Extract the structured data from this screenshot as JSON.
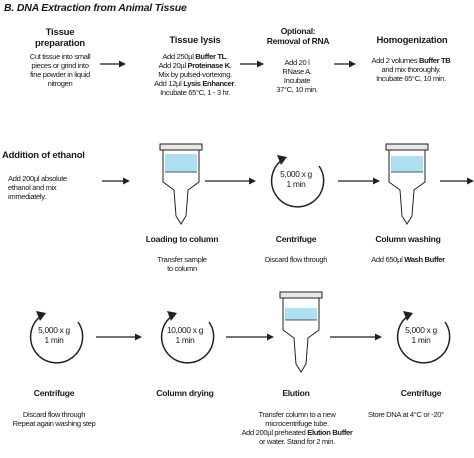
{
  "title": "B. DNA Extraction from Animal Tissue",
  "steps": {
    "tissue_prep": {
      "heading_line1": "Tissue",
      "heading_line2": "preparation",
      "lines": [
        "Cut tissue into small",
        "pieces or grind into",
        "fine powder in liquid",
        "nitrogen"
      ]
    },
    "tissue_lysis": {
      "heading": "Tissue lysis",
      "line1_pre": "Add 250µl ",
      "line1_bold": "Buffer TL",
      "line2_pre": "Add 20µl ",
      "line2_bold": "Proteinase K",
      "line3": "Mix by pulsed-vortexing.",
      "line4_pre": "Add 12µl ",
      "line4_bold": "Lysis Enhancer",
      "line5": "Incubate 65°C, 1 - 3 hr."
    },
    "rna_removal": {
      "heading_line1": "Optional:",
      "heading_line2": "Removal of RNA",
      "lines": [
        "Add 20 l",
        "RNase A.",
        "Incubate",
        "37°C, 10 min."
      ]
    },
    "homogenization": {
      "heading": "Homogenization",
      "line1_pre": "Add 2 volumes ",
      "line1_bold": "Buffer TB",
      "line2": "and mix thoroughly.",
      "line3": "Incubate 65°C, 10 min."
    },
    "ethanol": {
      "heading": "Addition of ethanol",
      "lines": [
        "Add 200µl absolute",
        "ethanol and mix",
        "immediately."
      ]
    },
    "loading": {
      "heading": "Loading to column",
      "lines": [
        "Transfer sample",
        "to column"
      ]
    },
    "centrifuge1": {
      "speed": "5,000 x g",
      "time": "1 min",
      "heading": "Centrifuge",
      "lines": [
        "Discard flow through"
      ]
    },
    "column_washing": {
      "heading": "Column washing",
      "line1_pre": "Add 650µl ",
      "line1_bold": "Wash Buffer"
    },
    "centrifuge2": {
      "speed": "5,000 x g",
      "time": "1 min",
      "heading": "Centrifuge",
      "lines": [
        "Discard flow through",
        "Repeat again washing step"
      ]
    },
    "column_drying": {
      "speed": "10,000 x g",
      "time": "1 min",
      "heading": "Column drying"
    },
    "elution": {
      "heading": "Elution",
      "line1": "Transfer column to a new",
      "line2": "microcentrifuge tube.",
      "line3_pre": "Add 200µl preheated ",
      "line3_bold": "Elution Buffer",
      "line4": "or water. Stand for 2 min."
    },
    "centrifuge3": {
      "speed": "5,000 x g",
      "time": "1 min",
      "heading": "Centrifuge",
      "lines": [
        "Store DNA at 4°C or -20°"
      ]
    }
  },
  "colors": {
    "liquid": "#aee0f2",
    "outline": "#222222",
    "cap": "#e8e8e8"
  }
}
